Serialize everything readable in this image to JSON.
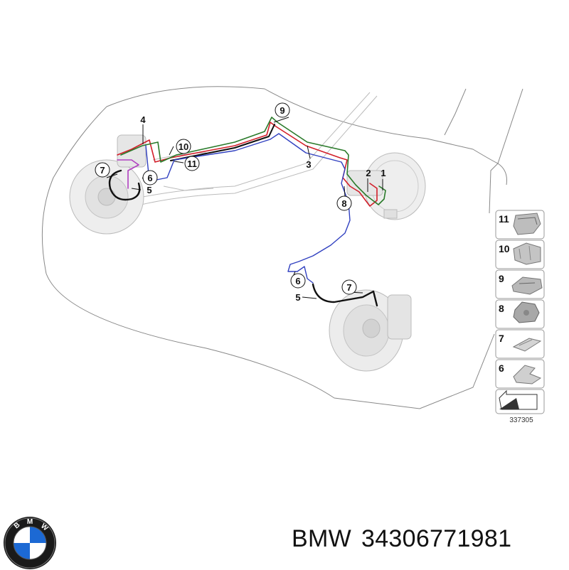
{
  "diagram": {
    "callouts": [
      {
        "id": "c1",
        "label": "1",
        "circled": false
      },
      {
        "id": "c2",
        "label": "2",
        "circled": false
      },
      {
        "id": "c3",
        "label": "3",
        "circled": false
      },
      {
        "id": "c4",
        "label": "4",
        "circled": false
      },
      {
        "id": "c5a",
        "label": "5",
        "circled": false
      },
      {
        "id": "c5b",
        "label": "5",
        "circled": false
      },
      {
        "id": "c6a",
        "label": "6",
        "circled": true
      },
      {
        "id": "c6b",
        "label": "6",
        "circled": true
      },
      {
        "id": "c7a",
        "label": "7",
        "circled": true
      },
      {
        "id": "c7b",
        "label": "7",
        "circled": true
      },
      {
        "id": "c8",
        "label": "8",
        "circled": true
      },
      {
        "id": "c9",
        "label": "9",
        "circled": true
      },
      {
        "id": "c10",
        "label": "10",
        "circled": true
      },
      {
        "id": "c11",
        "label": "11",
        "circled": true
      }
    ],
    "parts_legend": [
      "11",
      "10",
      "9",
      "8",
      "7",
      "6"
    ],
    "reference_number": "337305",
    "line_colors": {
      "red": "#d21f2a",
      "green": "#2a7a2a",
      "blue": "#3040c0",
      "purple": "#b040c0",
      "black": "#111111"
    }
  },
  "footer": {
    "brand": "BMW",
    "part_number": "34306771981",
    "logo_letters": [
      "B",
      "M",
      "W"
    ],
    "logo_colors": {
      "ring": "#1a1a1a",
      "blue": "#1c69d4",
      "white": "#ffffff"
    }
  }
}
